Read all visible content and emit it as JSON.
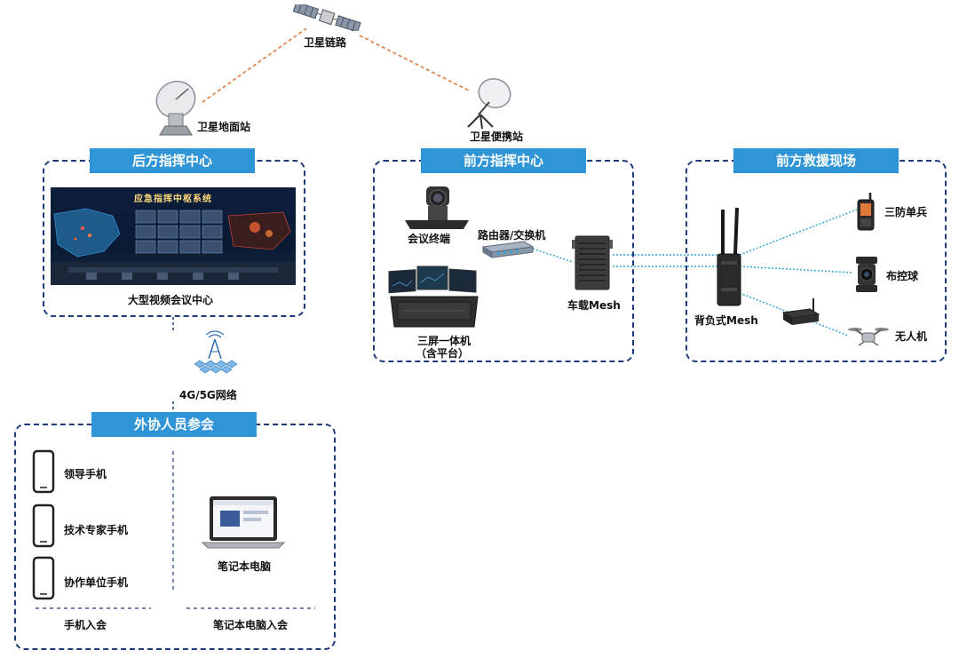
{
  "satellite": {
    "link_label": "卫星链路",
    "ground_station_label": "卫星地面站",
    "portable_station_label": "卫星便携站"
  },
  "rear_command": {
    "title": "后方指挥中心",
    "screen_title": "应急指挥中枢系统",
    "caption": "大型视频会议中心"
  },
  "network": {
    "label": "4G/5G网络"
  },
  "front_command": {
    "title": "前方指挥中心",
    "conference_terminal": "会议终端",
    "router_switch": "路由器/交换机",
    "vehicle_mesh": "车载Mesh",
    "triple_screen_line1": "三屏一体机",
    "triple_screen_line2": "（含平台）"
  },
  "front_rescue": {
    "title": "前方救援现场",
    "backpack_mesh": "背负式Mesh",
    "three_proof_soldier": "三防单兵",
    "deploy_ball": "布控球",
    "drone": "无人机"
  },
  "external": {
    "title": "外协人员参会",
    "phones": [
      "领导手机",
      "技术专家手机",
      "协作单位手机"
    ],
    "laptop_label": "笔记本电脑",
    "phone_join": "手机入会",
    "laptop_join": "笔记本电脑入会"
  },
  "colors": {
    "header_blue": "#2f95d6",
    "border_navy": "#1f3a7a",
    "satellite_link": "#e07a3a",
    "wireless_link": "#3aa6d8"
  }
}
